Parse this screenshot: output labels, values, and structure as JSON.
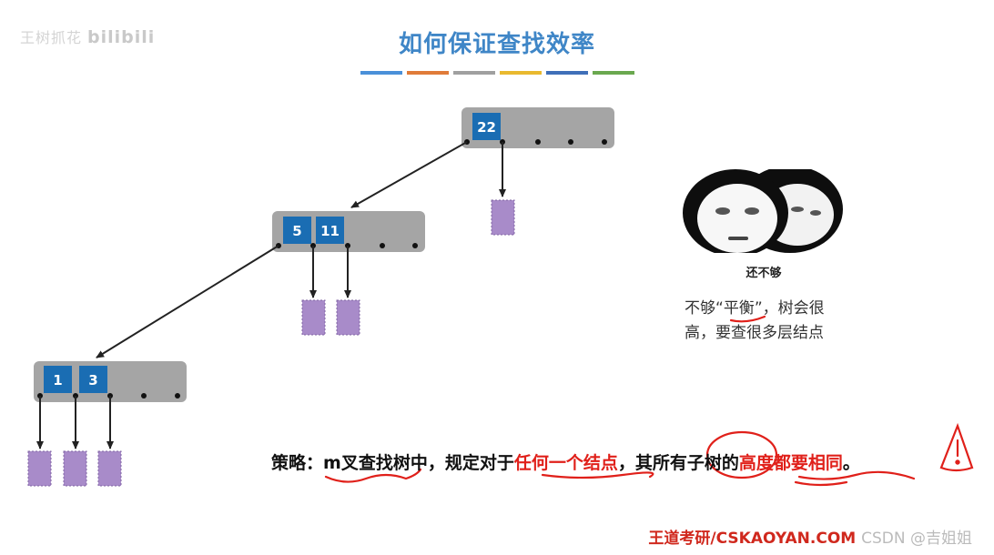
{
  "watermark": {
    "text": "王树抓花",
    "logo": "bilibili"
  },
  "title": "如何保证查找效率",
  "title_bar_colors": [
    "#4a90d9",
    "#e07b39",
    "#a0a0a0",
    "#e9b92f",
    "#3f6fb8",
    "#6aa84f"
  ],
  "tree": {
    "root": {
      "keys": [
        "22"
      ]
    },
    "level1": {
      "keys": [
        "5",
        "11"
      ]
    },
    "level2": {
      "keys": [
        "1",
        "3"
      ]
    }
  },
  "meme": {
    "caption": "还不够"
  },
  "note": {
    "line1_prefix": "不够“",
    "line1_emph": "平衡",
    "line1_suffix": "”，树会很",
    "line2": "高，要查很多层结点"
  },
  "strategy": {
    "p1": "策略：",
    "p2": "m叉查找树",
    "p3": "中，规定对于",
    "p4": "任何一个结点",
    "p5": "，其所有子树的",
    "p6": "高度都要相同",
    "p7": "。"
  },
  "footer": {
    "brand": "王道考研/CSKAOYAN.COM",
    "tail": "CSDN @吉姐姐"
  },
  "colors": {
    "title": "#3f86c7",
    "node_bg": "#a5a5a5",
    "key_bg": "#1a6db3",
    "leaf": "#a88bc9",
    "annotation_red": "#e0201a"
  }
}
